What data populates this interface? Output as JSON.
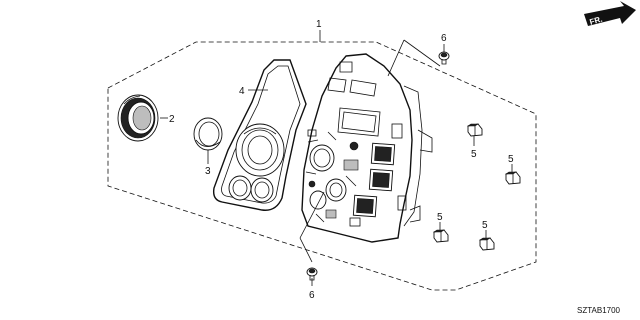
{
  "diagram": {
    "diagram_code": "SZTAB1700",
    "direction_label": "FR.",
    "callouts": [
      "1",
      "2",
      "3",
      "4",
      "5",
      "5",
      "5",
      "5",
      "6",
      "6"
    ]
  }
}
